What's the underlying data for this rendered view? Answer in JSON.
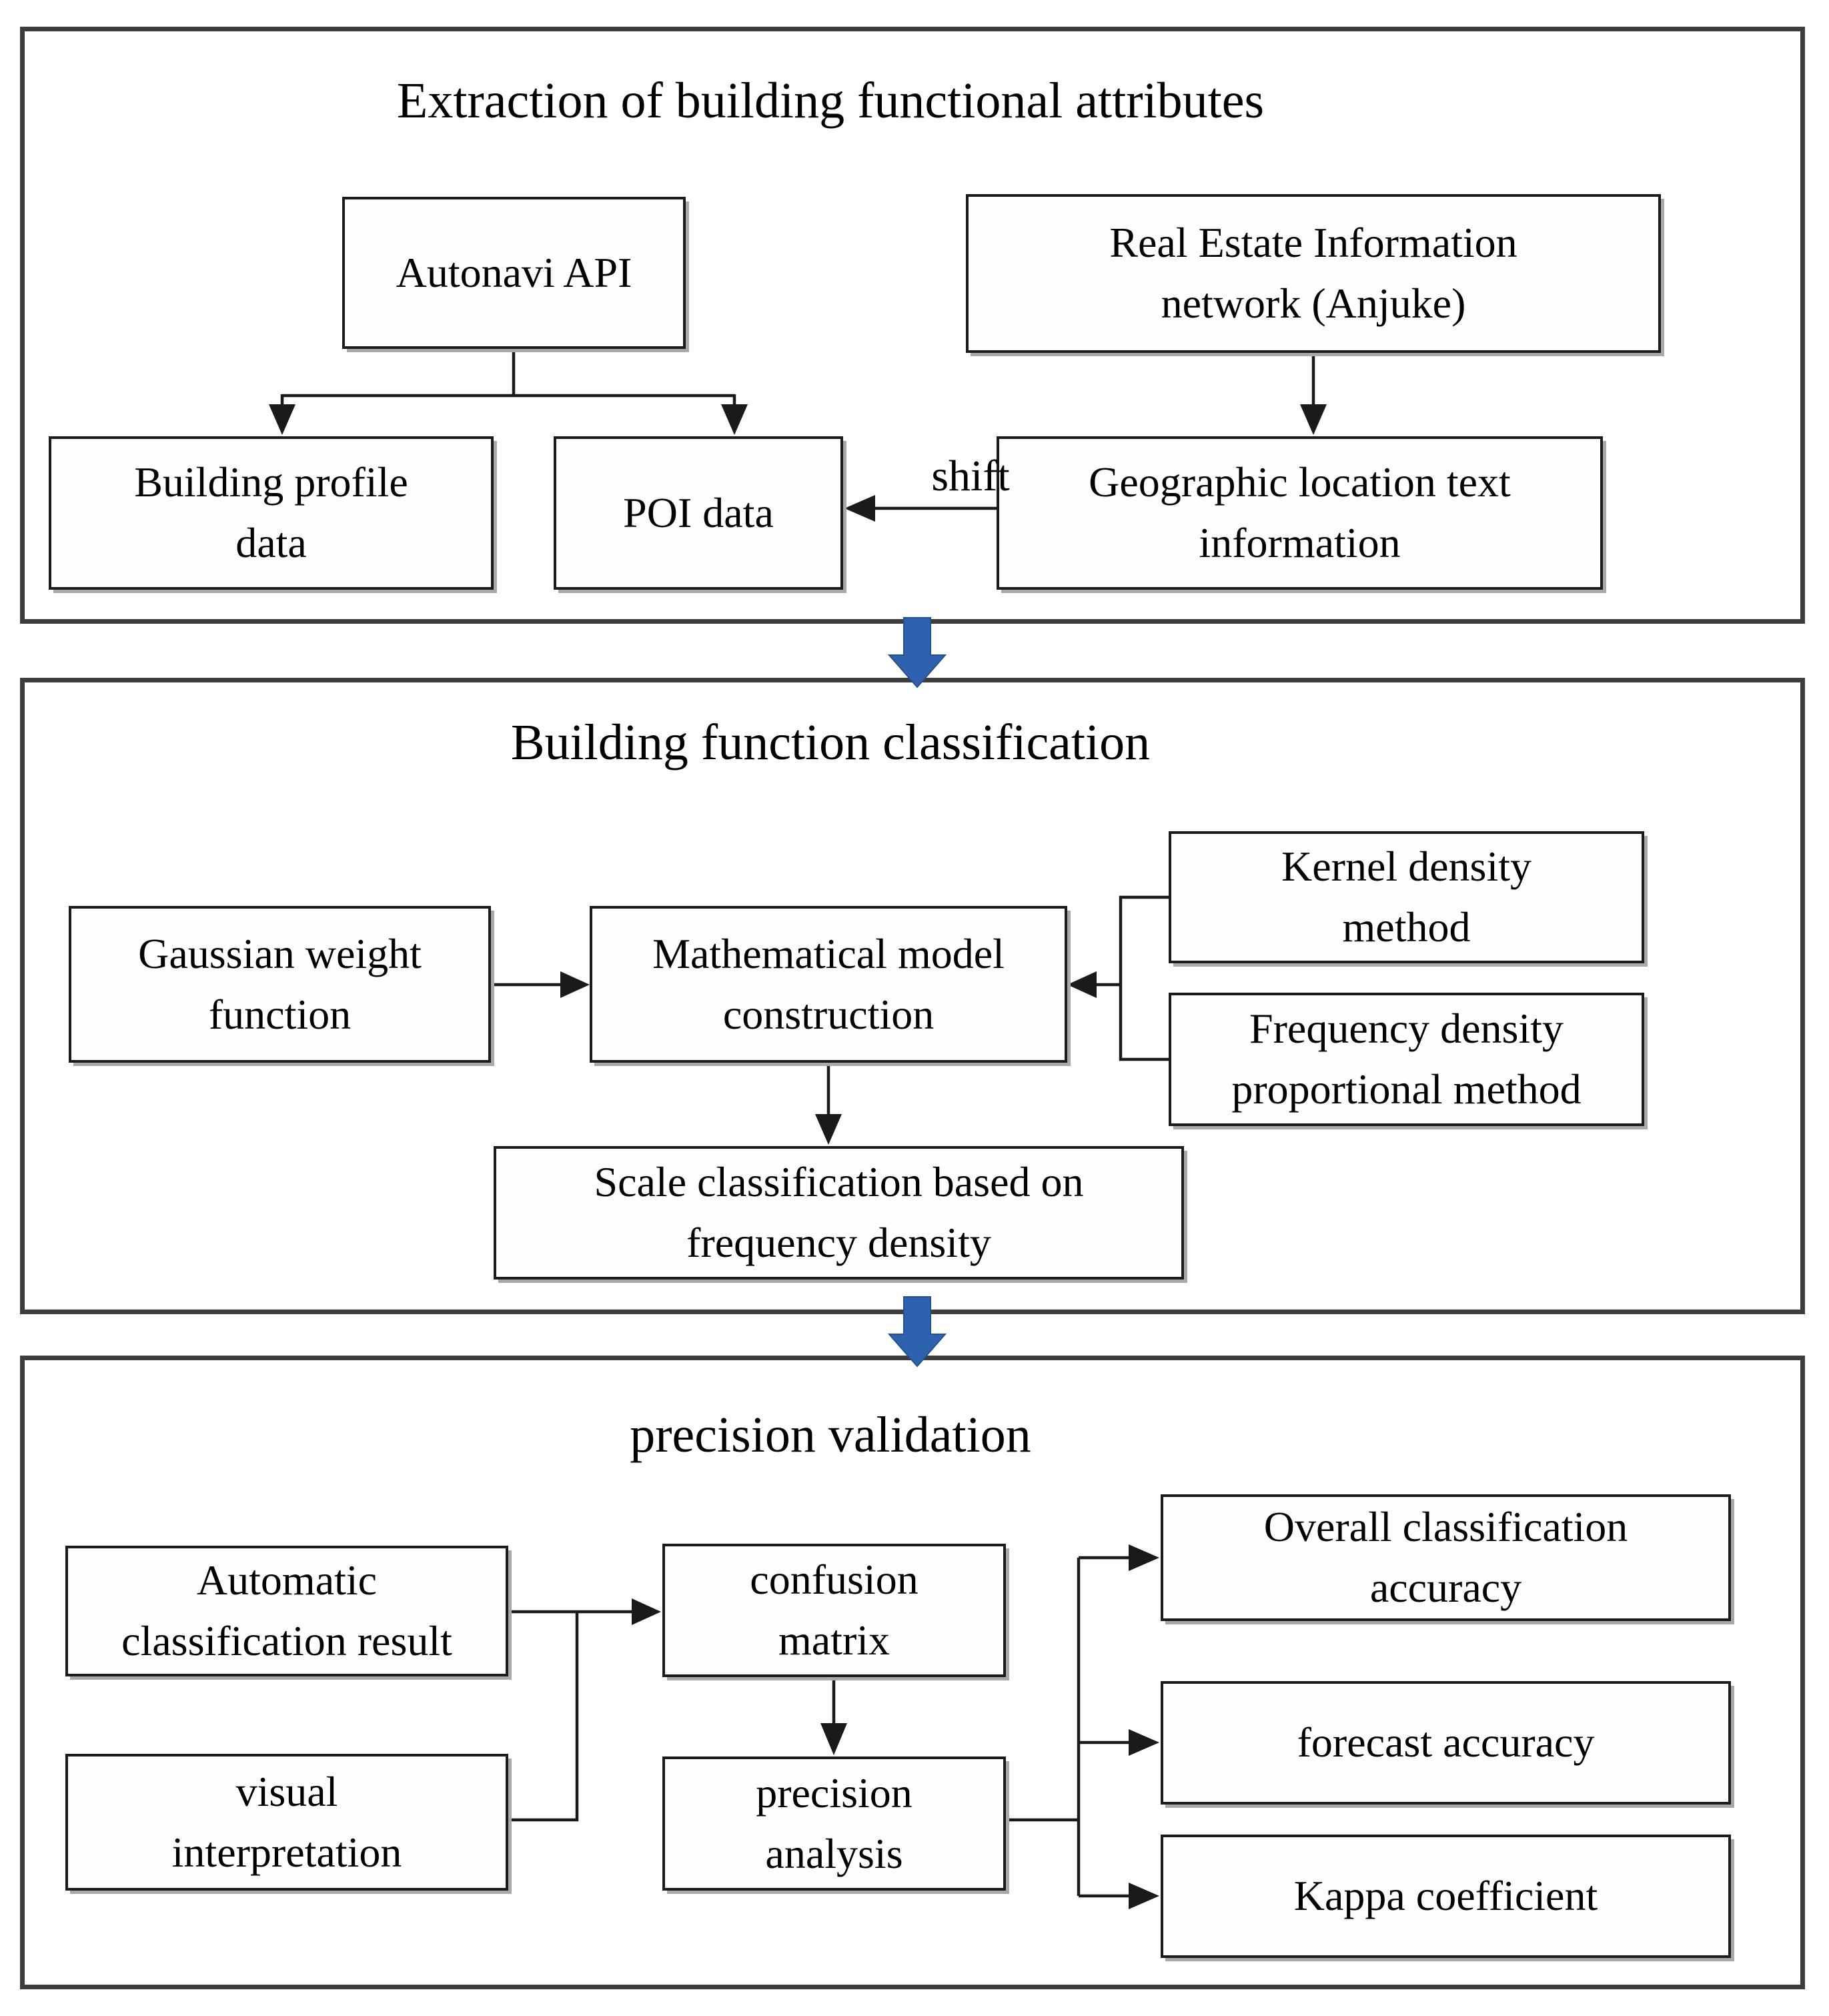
{
  "figure": {
    "type": "flowchart",
    "colors": {
      "background": "#ffffff",
      "box_border": "#1b1b1b",
      "box_shadow": "#a9a9a9",
      "section_border": "#3d3d3d",
      "connector": "#1a1a1a",
      "inter_section_arrow_blue": "#2e62ae"
    },
    "sections": {
      "extraction": {
        "title": "Extraction of building functional attributes",
        "nodes": {
          "autonavi": "Autonavi API",
          "real_estate": [
            "Real Estate Information",
            "network (Anjuke)"
          ],
          "building_profile": [
            "Building profile",
            "data"
          ],
          "poi": "POI data",
          "geographic": [
            "Geographic location text",
            "information"
          ]
        },
        "edge_labels": {
          "shift": "shift"
        }
      },
      "classification": {
        "title": "Building function classification",
        "nodes": {
          "gaussian": [
            "Gaussian weight",
            "function"
          ],
          "mathematical": [
            "Mathematical model",
            "construction"
          ],
          "kernel": [
            "Kernel density",
            "method"
          ],
          "frequency": [
            "Frequency density",
            "proportional method"
          ],
          "scale": [
            "Scale classification based on",
            "frequency density"
          ]
        }
      },
      "validation": {
        "title": "precision validation",
        "nodes": {
          "automatic": [
            "Automatic",
            "classification result"
          ],
          "confusion": [
            "confusion",
            "matrix"
          ],
          "visual": [
            "visual",
            "interpretation"
          ],
          "precision": [
            "precision",
            "analysis"
          ],
          "overall": [
            "Overall classification",
            "accuracy"
          ],
          "forecast": "forecast accuracy",
          "kappa": "Kappa coefficient"
        }
      }
    }
  }
}
